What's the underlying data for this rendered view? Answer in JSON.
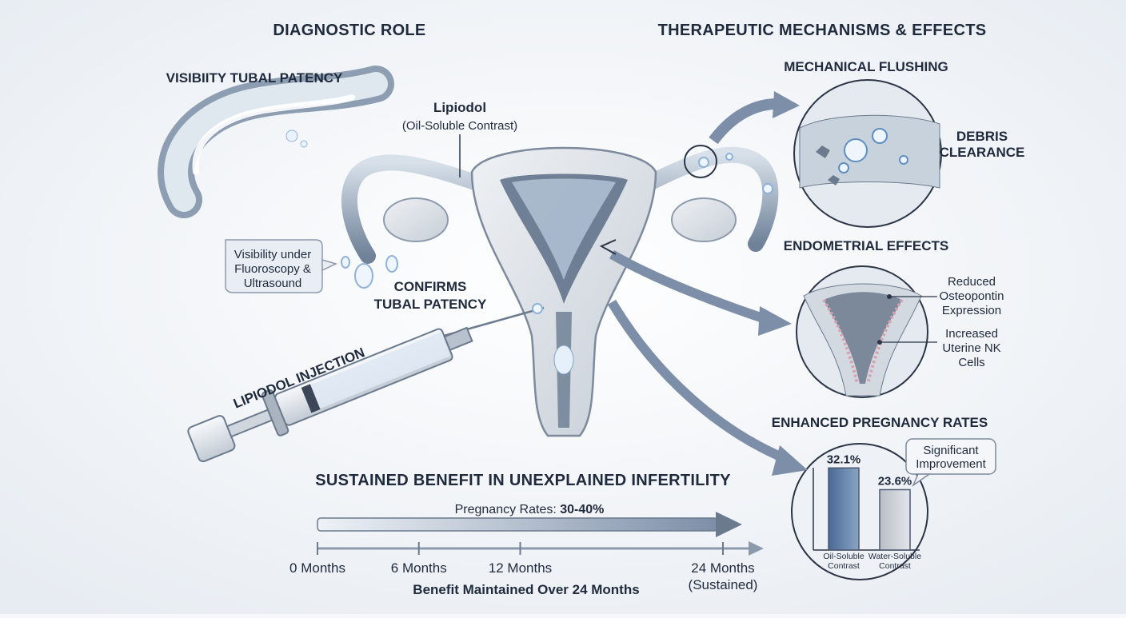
{
  "headers": {
    "diagnostic": "DIAGNOSTIC ROLE",
    "therapeutic": "THERAPEUTIC MECHANISMS & EFFECTS"
  },
  "diagnostic": {
    "tubal_title": "VISIBIITY TUBAL PATENCY",
    "lipiodol_title": "Lipiodol",
    "lipiodol_sub": "(Oil-Soluble Contrast)",
    "callout_lines": [
      "Visibility under",
      "Fluoroscopy &",
      "Ultrasound"
    ],
    "confirms_lines": [
      "CONFIRMS",
      "TUBAL PATENCY"
    ],
    "injection_label": "LIPIODOL INJECTION"
  },
  "therapeutic": {
    "flushing_title": "MECHANICAL FLUSHING",
    "debris_lines": [
      "DEBRIS",
      "CLEARANCE"
    ],
    "endometrial_title": "ENDOMETRIAL EFFECTS",
    "osteopontin_lines": [
      "Reduced",
      "Osteopontin",
      "Expression"
    ],
    "nk_lines": [
      "Increased",
      "Uterine NK",
      "Cells"
    ],
    "pregnancy_title": "ENHANCED PREGNANCY RATES",
    "callout_lines": [
      "Significant",
      "Improvement"
    ]
  },
  "timeline": {
    "title": "SUSTAINED BENEFIT IN UNEXPLAINED INFERTILITY",
    "rates_label": "Pregnancy Rates: ",
    "rates_value": "30-40%",
    "ticks": [
      {
        "label": "0 Months",
        "months": 0
      },
      {
        "label": "6 Months",
        "months": 6
      },
      {
        "label": "12 Months",
        "months": 12
      },
      {
        "label": "24 Months",
        "months": 24,
        "note": "(Sustained)"
      }
    ],
    "caption": "Benefit Maintained Over 24 Months"
  },
  "colors": {
    "dark": "#1f2a3c",
    "steel": "#7a8ba3",
    "bar_oil": "#5f7ea6",
    "bar_water": "#c9cdd4"
  },
  "chart_data": {
    "type": "bar",
    "categories": [
      [
        "Oil-Soluble",
        "Contrast"
      ],
      [
        "Water-Soluble",
        "Contrast"
      ]
    ],
    "values": [
      32.1,
      23.6
    ],
    "value_labels": [
      "32.1%",
      "23.6%"
    ],
    "ylim": [
      0,
      40
    ]
  }
}
